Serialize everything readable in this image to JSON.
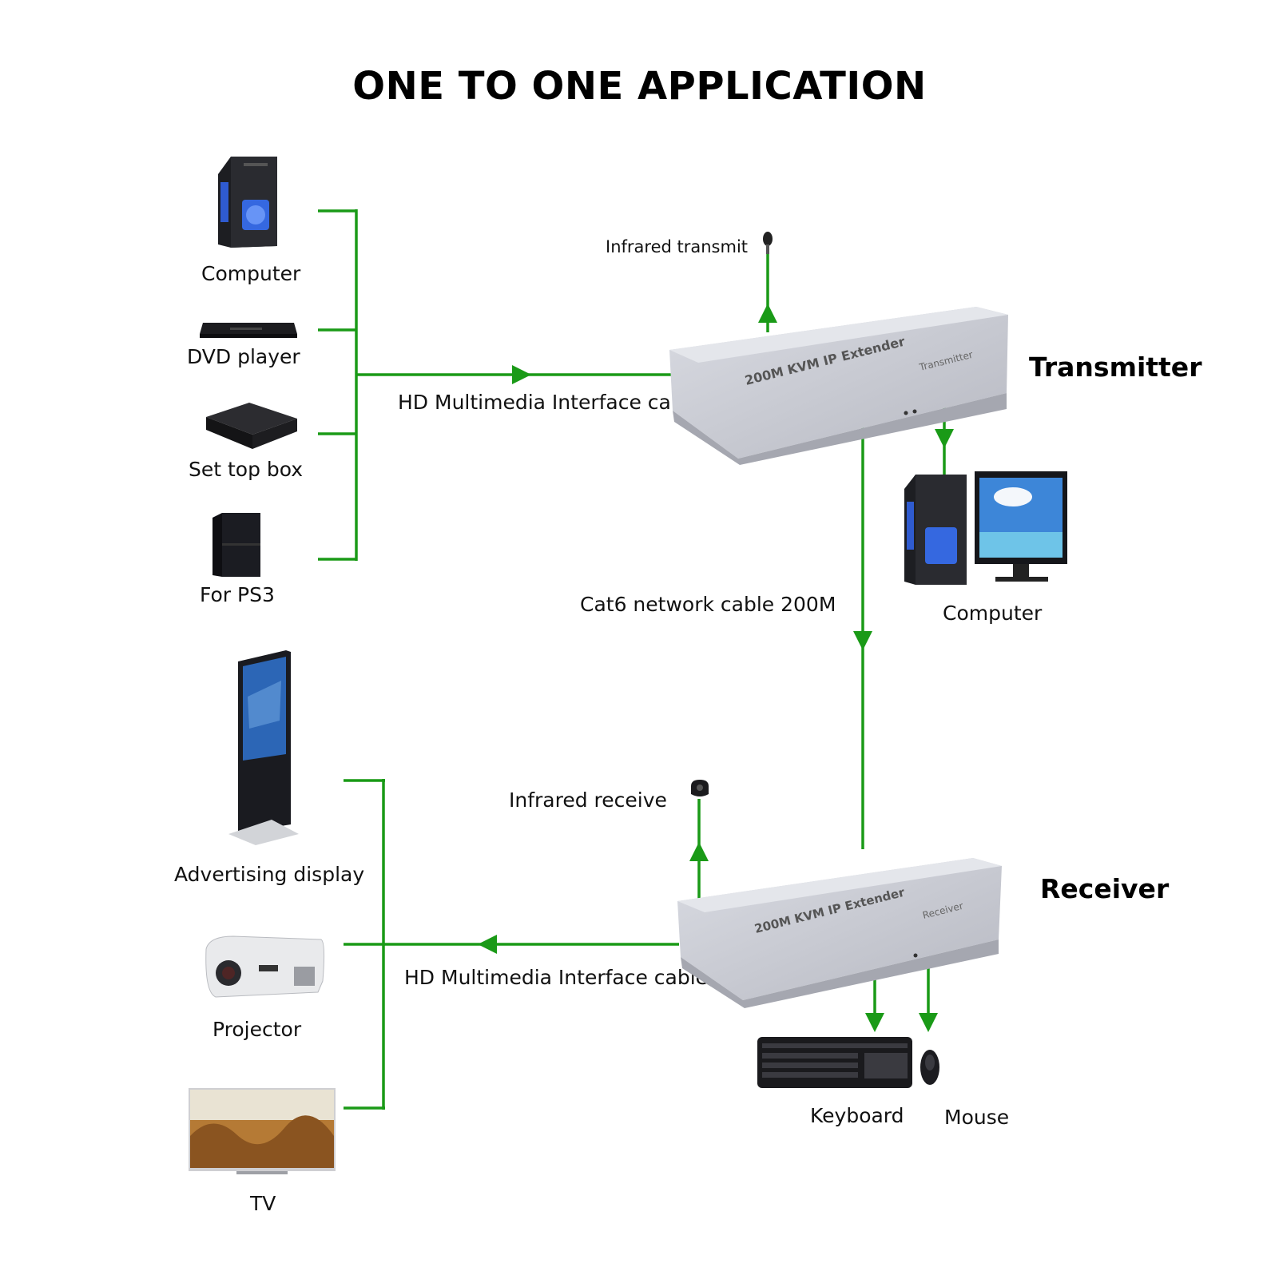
{
  "title": "ONE TO ONE APPLICATION",
  "colors": {
    "wire": "#1a9a17",
    "box": "#c9cbd3",
    "title": "#000000"
  },
  "sources": [
    {
      "label": "Computer",
      "icon": "pc-tower-icon"
    },
    {
      "label": "DVD player",
      "icon": "dvd-player-icon"
    },
    {
      "label": "Set top box",
      "icon": "set-top-box-icon"
    },
    {
      "label": "For PS3",
      "icon": "game-console-icon"
    }
  ],
  "displays": [
    {
      "label": "Advertising display",
      "icon": "kiosk-display-icon"
    },
    {
      "label": "Projector",
      "icon": "projector-icon"
    },
    {
      "label": "TV",
      "icon": "tv-icon"
    }
  ],
  "transmitter": {
    "heading": "Transmitter",
    "top_text": "200M KVM IP Extender",
    "side_text": "Transmitter",
    "ir_label": "Infrared transmit",
    "input_cable": "HD Multimedia Interface cable",
    "local": {
      "label": "Computer"
    }
  },
  "link": {
    "label": "Cat6 network cable 200M"
  },
  "receiver": {
    "heading": "Receiver",
    "top_text": "200M KVM IP Extender",
    "side_text": "Receiver",
    "ir_label": "Infrared receive",
    "output_cable": "HD Multimedia Interface cable",
    "peripherals": [
      {
        "label": "Keyboard"
      },
      {
        "label": "Mouse"
      }
    ]
  }
}
